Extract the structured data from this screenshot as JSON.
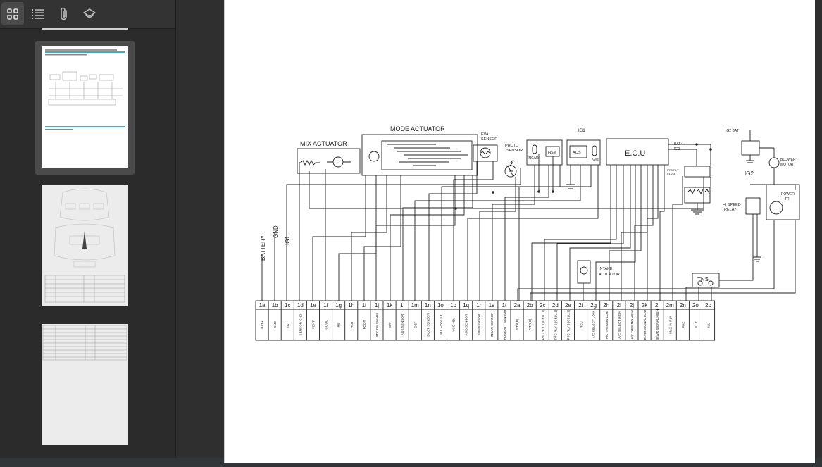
{
  "toolbar": {
    "buttons": [
      {
        "icon": "thumbnails-icon",
        "active": true
      },
      {
        "icon": "outline-list-icon",
        "active": false
      },
      {
        "icon": "attachments-icon",
        "active": false
      },
      {
        "icon": "layers-icon",
        "active": false
      }
    ]
  },
  "thumbnails": [
    {
      "page": 1,
      "selected": true
    },
    {
      "page": 2,
      "selected": false
    },
    {
      "page": 3,
      "selected": false
    }
  ],
  "diagram": {
    "mix_actuator": "MIX ACTUATOR",
    "mode_actuator": "MODE ACTUATOR",
    "eva_sensor_1": "EVA",
    "eva_sensor_2": "SENSOR",
    "photo_sensor_1": "PHOTO",
    "photo_sensor_2": "SENSOR",
    "incar": "INCAR",
    "hsm": "HSM",
    "ig1_top": "IG1",
    "aqs": "AQS",
    "amb": "AMB",
    "ecu": "E.C.U",
    "bat_plus": "BAT+",
    "ig2_small": "IG2",
    "ptc_rly": "PTC RLY",
    "ptc_rly_sub": "#1,2,3",
    "ig2_bat": "IG2 BAT",
    "blower_motor_1": "BLOWER",
    "blower_motor_2": "MOTOR",
    "ig2_label": "IG2",
    "hi_speed_relay_1": "HI SPEED",
    "hi_speed_relay_2": "RELAY",
    "power_tr_1": "POWER",
    "power_tr_2": "TR",
    "intake_actuator_1": "INTAKE",
    "intake_actuator_2": "ACTUATOR",
    "tns": "TNS",
    "battery": "BATTERY",
    "gnd": "GND",
    "ig1_side": "IG1",
    "pins": [
      "1a",
      "1b",
      "1c",
      "1d",
      "1e",
      "1f",
      "1g",
      "1h",
      "1i",
      "1j",
      "1k",
      "1l",
      "1m",
      "1n",
      "1o",
      "1p",
      "1q",
      "1r",
      "1s",
      "1t",
      "2a",
      "2b",
      "2c",
      "2d",
      "2e",
      "2f",
      "2g",
      "2h",
      "2i",
      "2j",
      "2k",
      "2l",
      "2m",
      "2n",
      "2o",
      "2p"
    ],
    "pin_functions": [
      "BAT+",
      "GND",
      "IG1",
      "SENSOR GND",
      "VENT",
      "COOL",
      "B/L",
      "HOT",
      "FOOT",
      "PTC ON SIGNAL",
      "D/F",
      "AQS SENSOR",
      "DEF",
      "DUCT SENSOR",
      "MIX F/B VOLT",
      "VCC +5V",
      "AMB SENSOR",
      "SUN SENSOR",
      "INCAR SENSOR",
      "HUMIDITY SENSOR",
      "P/TR(B)",
      "P/TR(C)",
      "PTC RLY 1 (CELL-1)",
      "PTC RLY 2 (CELL-1)",
      "PTC RLY 3 (CELL-1)",
      "REC",
      "A/C SELECT LOW",
      "A/C THERMO LOW",
      "A/C SELECT HIGH",
      "A/C THERMO HIGH",
      "BLWR SIGNAL LOW",
      "BLWR SIGNAL HIGH",
      "MAX HI RLY",
      "FRE",
      "ILL+",
      "ILL-"
    ]
  }
}
